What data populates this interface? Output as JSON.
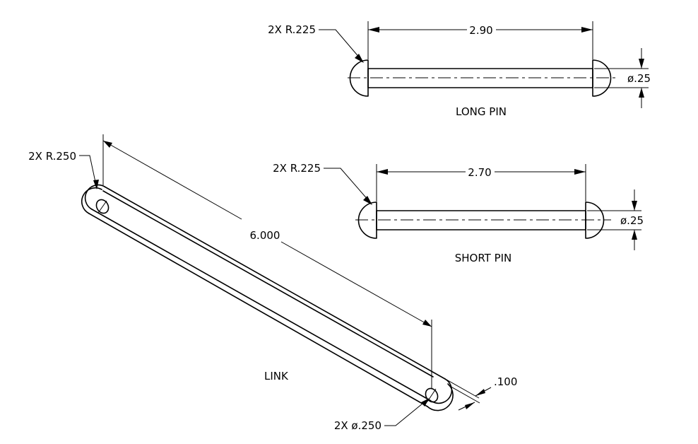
{
  "long_pin": {
    "title": "LONG PIN",
    "length_dim": "2.90",
    "radius_callout": "2X R.225",
    "diameter_dim": "ø.25"
  },
  "short_pin": {
    "title": "SHORT PIN",
    "length_dim": "2.70",
    "radius_callout": "2X R.225",
    "diameter_dim": "ø.25"
  },
  "link": {
    "title": "LINK",
    "length_dim": "6.000",
    "radius_callout": "2X R.250",
    "hole_callout": "2X ø.250",
    "thickness_dim": ".100"
  }
}
